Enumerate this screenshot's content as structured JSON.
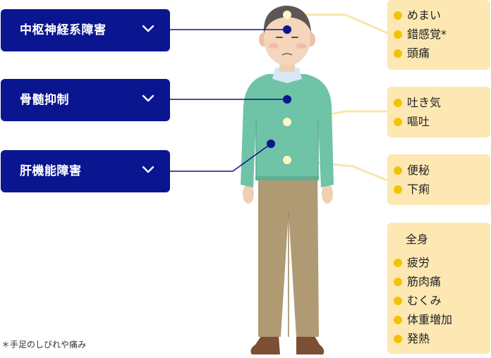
{
  "categories": [
    {
      "label": "中枢神経系障害",
      "icon": "chevron-down-icon"
    },
    {
      "label": "骨髄抑制",
      "icon": "chevron-down-icon"
    },
    {
      "label": "肝機能障害",
      "icon": "chevron-down-icon"
    }
  ],
  "symptom_groups": [
    {
      "items": [
        "めまい",
        "錯感覚*",
        "頭痛"
      ]
    },
    {
      "items": [
        "吐き気",
        "嘔吐"
      ]
    },
    {
      "items": [
        "便秘",
        "下痢"
      ]
    },
    {
      "title": "全身",
      "items": [
        "疲労",
        "筋肉痛",
        "むくみ",
        "体重増加",
        "発熱"
      ]
    }
  ],
  "footnote": "＊手足のしびれや痛み",
  "colors": {
    "button_bg": "#0a1690",
    "card_bg": "#fde8b4",
    "bullet": "#f2c300",
    "connector_yellow": "#f7e7a9",
    "connector_navy": "#0a1690",
    "sweater": "#6fc3a7",
    "pants": "#b09a74"
  }
}
